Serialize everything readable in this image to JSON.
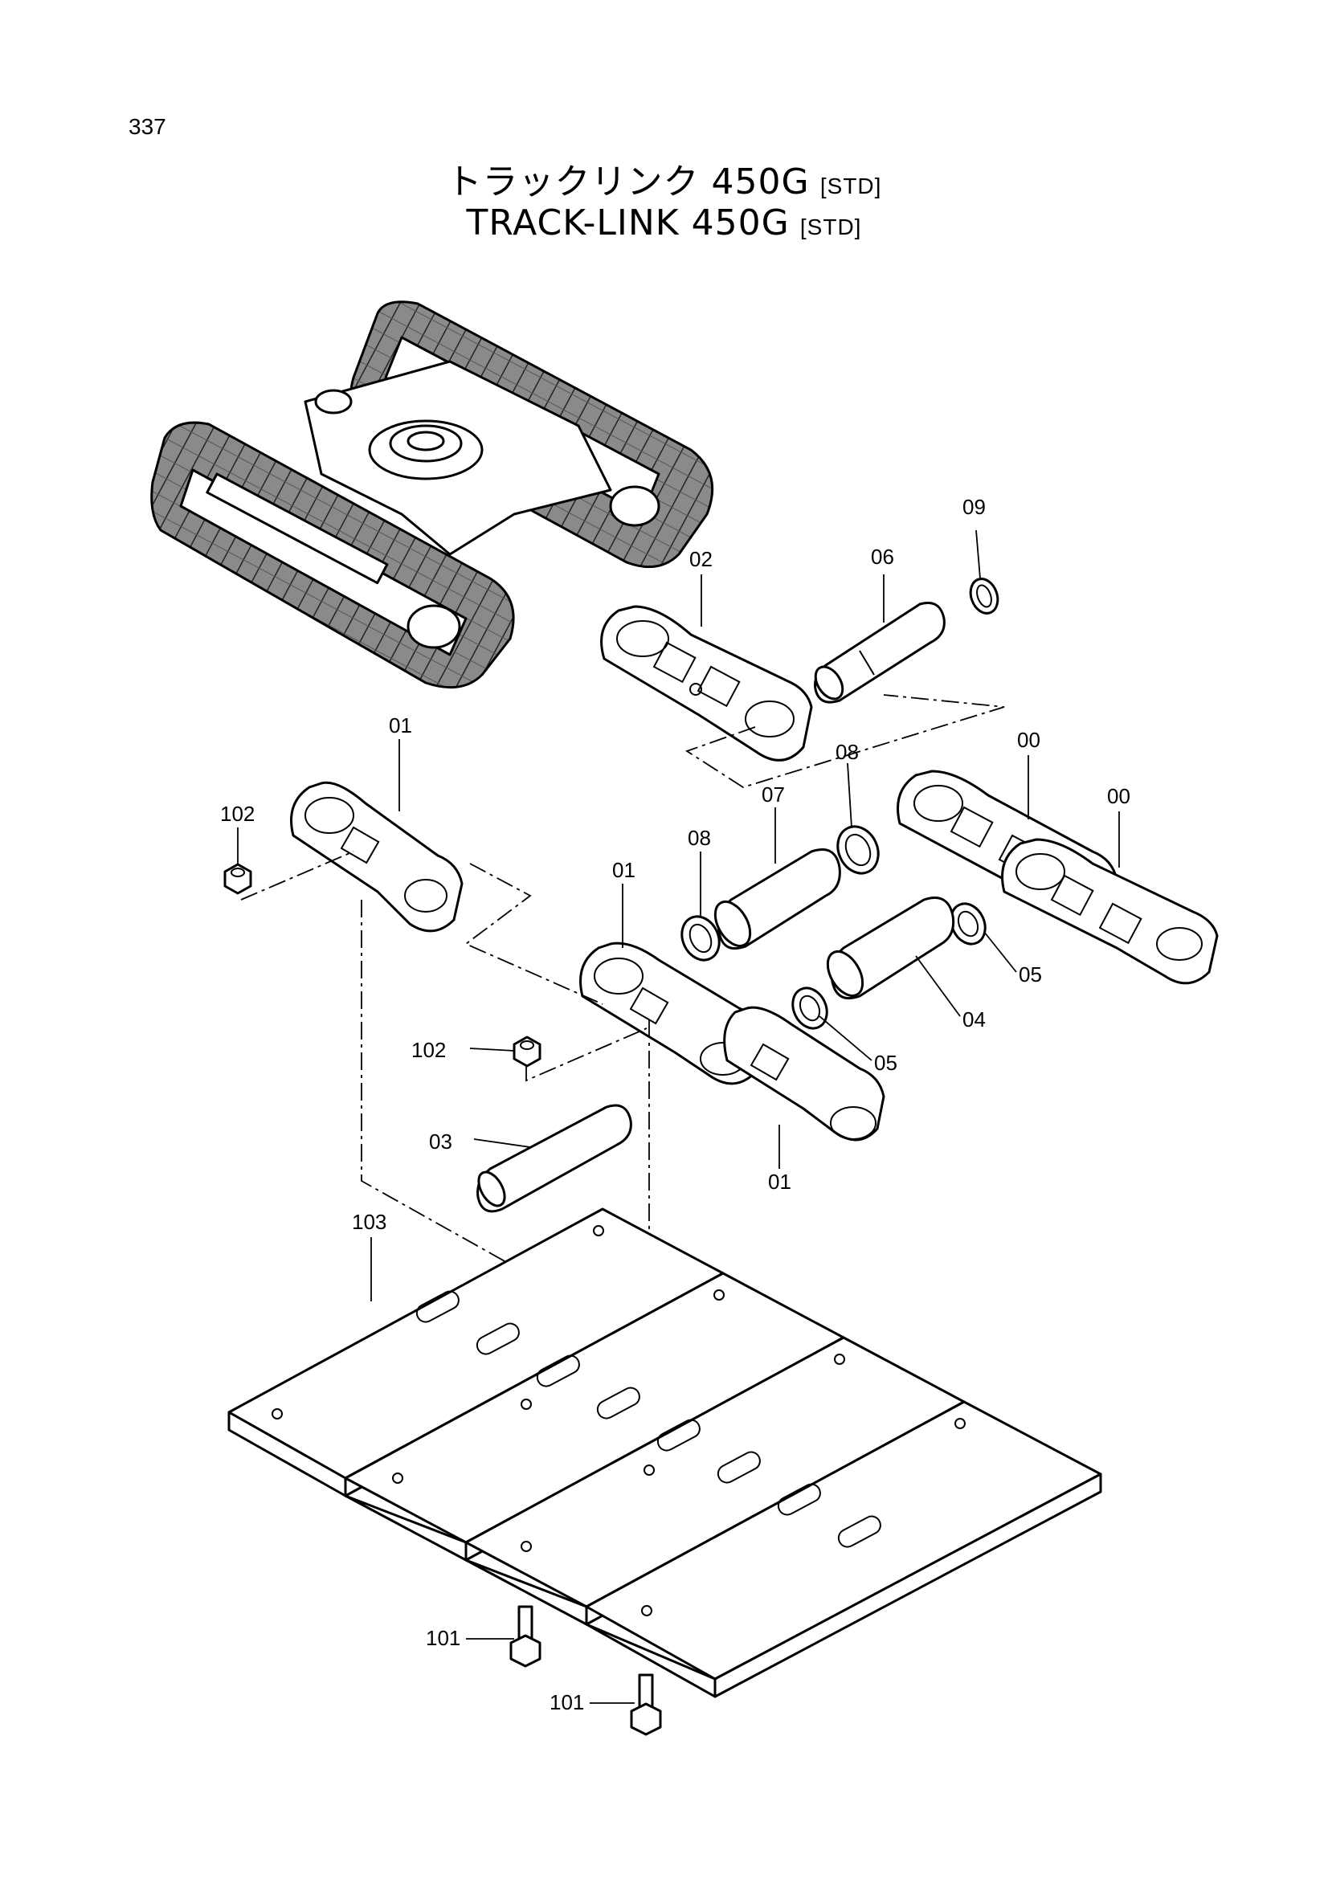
{
  "page_number": "337",
  "title_jp": {
    "main": "トラックリンク 450G",
    "suffix": "[STD]"
  },
  "title_en": {
    "main": "TRACK-LINK 450G",
    "suffix": "[STD]"
  },
  "callouts": {
    "c00a": "00",
    "c00b": "00",
    "c01a": "01",
    "c01b": "01",
    "c01c": "01",
    "c02": "02",
    "c03": "03",
    "c04": "04",
    "c05a": "05",
    "c05b": "05",
    "c06": "06",
    "c07": "07",
    "c08a": "08",
    "c08b": "08",
    "c09": "09",
    "c101a": "101",
    "c101b": "101",
    "c102a": "102",
    "c102b": "102",
    "c103": "103"
  }
}
